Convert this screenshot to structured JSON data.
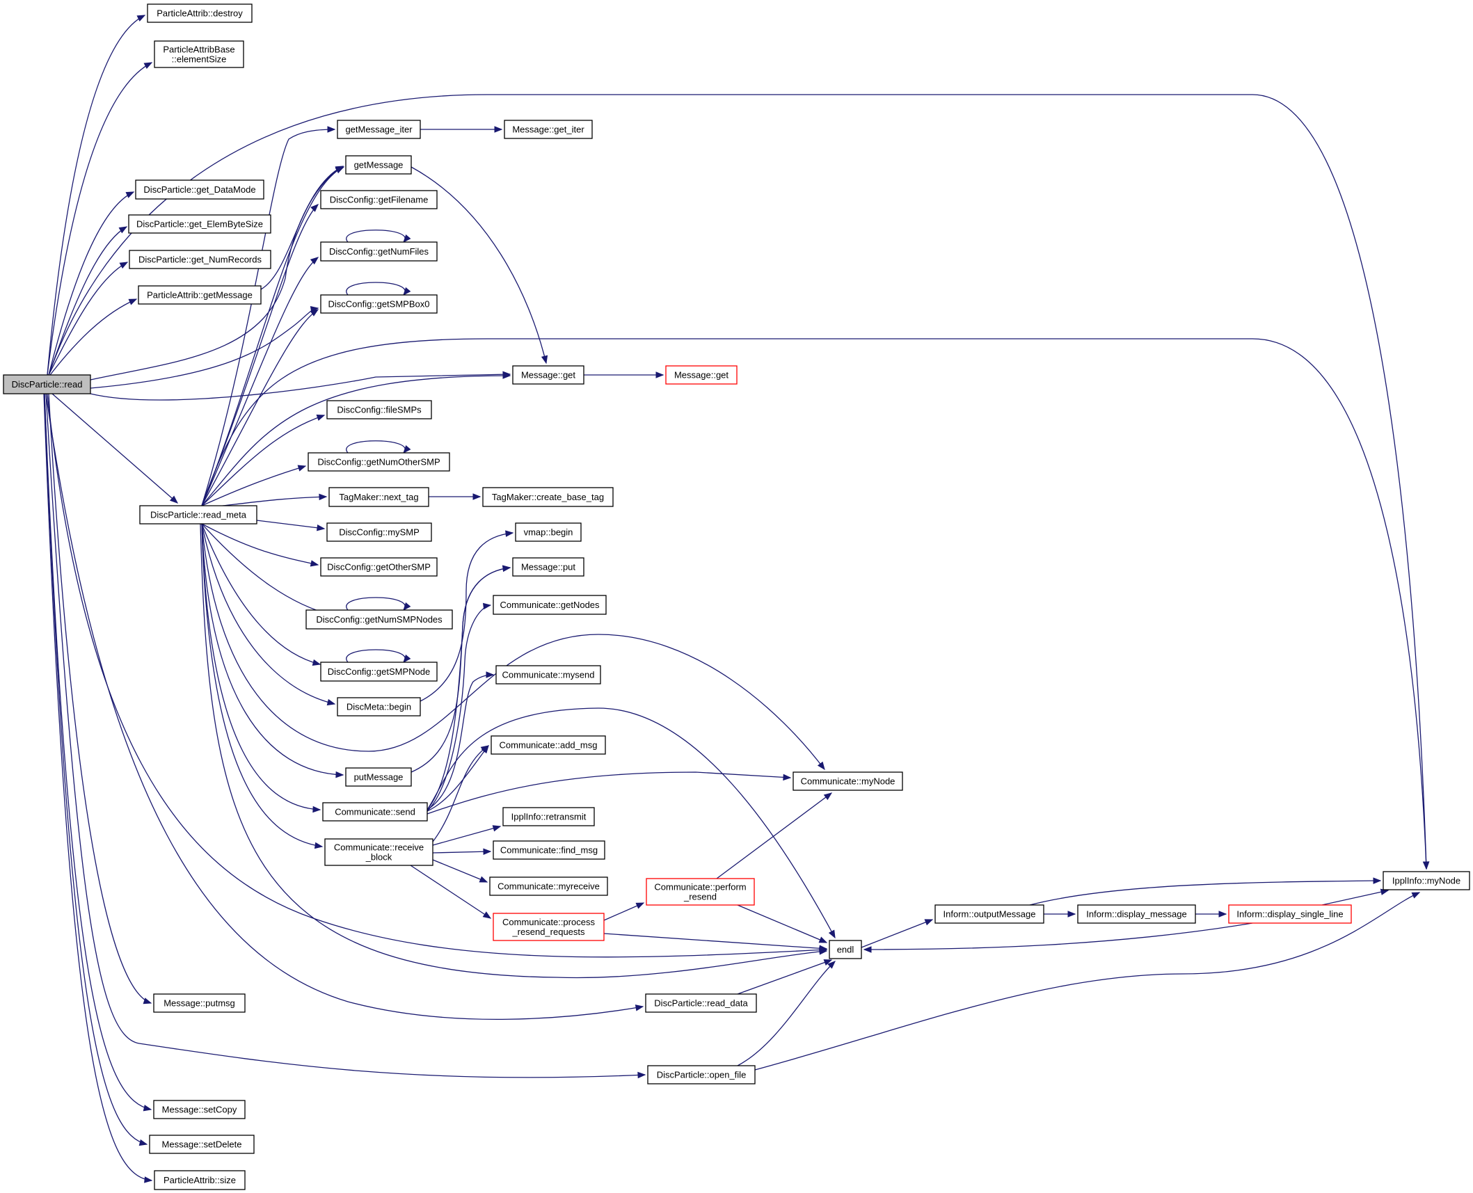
{
  "graph": {
    "edge_color": "#191970",
    "node_fill": "#ffffff",
    "root_fill": "#bfbfbf",
    "truncated_border": "#ff0000",
    "nodes": [
      {
        "id": "read",
        "lines": [
          "DiscParticle::read"
        ],
        "root": true
      },
      {
        "id": "destroy",
        "lines": [
          "ParticleAttrib::destroy"
        ]
      },
      {
        "id": "elementSize",
        "lines": [
          "ParticleAttribBase",
          "::elementSize"
        ]
      },
      {
        "id": "get_DataMode",
        "lines": [
          "DiscParticle::get_DataMode"
        ]
      },
      {
        "id": "get_ElemByteSize",
        "lines": [
          "DiscParticle::get_ElemByteSize"
        ]
      },
      {
        "id": "get_NumRecords",
        "lines": [
          "DiscParticle::get_NumRecords"
        ]
      },
      {
        "id": "pa_getMessage",
        "lines": [
          "ParticleAttrib::getMessage"
        ]
      },
      {
        "id": "read_meta",
        "lines": [
          "DiscParticle::read_meta"
        ]
      },
      {
        "id": "putmsg",
        "lines": [
          "Message::putmsg"
        ]
      },
      {
        "id": "setCopy",
        "lines": [
          "Message::setCopy"
        ]
      },
      {
        "id": "setDelete",
        "lines": [
          "Message::setDelete"
        ]
      },
      {
        "id": "pa_size",
        "lines": [
          "ParticleAttrib::size"
        ]
      },
      {
        "id": "getMessage_iter",
        "lines": [
          "getMessage_iter"
        ]
      },
      {
        "id": "getMessage",
        "lines": [
          "getMessage"
        ]
      },
      {
        "id": "getFilename",
        "lines": [
          "DiscConfig::getFilename"
        ]
      },
      {
        "id": "getNumFiles",
        "lines": [
          "DiscConfig::getNumFiles"
        ]
      },
      {
        "id": "getSMPBox0",
        "lines": [
          "DiscConfig::getSMPBox0"
        ]
      },
      {
        "id": "fileSMPs",
        "lines": [
          "DiscConfig::fileSMPs"
        ]
      },
      {
        "id": "getNumOtherSMP",
        "lines": [
          "DiscConfig::getNumOtherSMP"
        ]
      },
      {
        "id": "next_tag",
        "lines": [
          "TagMaker::next_tag"
        ]
      },
      {
        "id": "mySMP",
        "lines": [
          "DiscConfig::mySMP"
        ]
      },
      {
        "id": "getOtherSMP",
        "lines": [
          "DiscConfig::getOtherSMP"
        ]
      },
      {
        "id": "getNumSMPNodes",
        "lines": [
          "DiscConfig::getNumSMPNodes"
        ]
      },
      {
        "id": "getSMPNode",
        "lines": [
          "DiscConfig::getSMPNode"
        ]
      },
      {
        "id": "dm_begin",
        "lines": [
          "DiscMeta::begin"
        ]
      },
      {
        "id": "putMessage",
        "lines": [
          "putMessage"
        ]
      },
      {
        "id": "send",
        "lines": [
          "Communicate::send"
        ]
      },
      {
        "id": "receive_block",
        "lines": [
          "Communicate::receive",
          "_block"
        ]
      },
      {
        "id": "get_iter",
        "lines": [
          "Message::get_iter"
        ]
      },
      {
        "id": "msg_get",
        "lines": [
          "Message::get"
        ]
      },
      {
        "id": "msg_get2",
        "lines": [
          "Message::get"
        ],
        "truncated": true
      },
      {
        "id": "create_base_tag",
        "lines": [
          "TagMaker::create_base_tag"
        ]
      },
      {
        "id": "vmap_begin",
        "lines": [
          "vmap::begin"
        ]
      },
      {
        "id": "msg_put",
        "lines": [
          "Message::put"
        ]
      },
      {
        "id": "getNodes",
        "lines": [
          "Communicate::getNodes"
        ]
      },
      {
        "id": "mysend",
        "lines": [
          "Communicate::mysend"
        ]
      },
      {
        "id": "add_msg",
        "lines": [
          "Communicate::add_msg"
        ]
      },
      {
        "id": "retransmit",
        "lines": [
          "IpplInfo::retransmit"
        ]
      },
      {
        "id": "find_msg",
        "lines": [
          "Communicate::find_msg"
        ]
      },
      {
        "id": "myreceive",
        "lines": [
          "Communicate::myreceive"
        ]
      },
      {
        "id": "perform_resend",
        "lines": [
          "Communicate::perform",
          "_resend"
        ],
        "truncated": true
      },
      {
        "id": "process_resend",
        "lines": [
          "Communicate::process",
          "_resend_requests"
        ],
        "truncated": true
      },
      {
        "id": "read_data",
        "lines": [
          "DiscParticle::read_data"
        ]
      },
      {
        "id": "open_file",
        "lines": [
          "DiscParticle::open_file"
        ]
      },
      {
        "id": "comm_myNode",
        "lines": [
          "Communicate::myNode"
        ]
      },
      {
        "id": "endl",
        "lines": [
          "endl"
        ]
      },
      {
        "id": "outputMessage",
        "lines": [
          "Inform::outputMessage"
        ]
      },
      {
        "id": "display_message",
        "lines": [
          "Inform::display_message"
        ]
      },
      {
        "id": "display_single_line",
        "lines": [
          "Inform::display_single_line"
        ],
        "truncated": true
      },
      {
        "id": "ippl_myNode",
        "lines": [
          "IpplInfo::myNode"
        ]
      }
    ],
    "edges": [
      [
        "read",
        "destroy"
      ],
      [
        "read",
        "elementSize"
      ],
      [
        "read",
        "ippl_myNode"
      ],
      [
        "read",
        "get_DataMode"
      ],
      [
        "read",
        "get_ElemByteSize"
      ],
      [
        "read",
        "get_NumRecords"
      ],
      [
        "read",
        "pa_getMessage"
      ],
      [
        "read",
        "getMessage"
      ],
      [
        "read",
        "getSMPBox0"
      ],
      [
        "read",
        "msg_get"
      ],
      [
        "read",
        "read_meta"
      ],
      [
        "read",
        "putmsg"
      ],
      [
        "read",
        "endl"
      ],
      [
        "read",
        "read_data"
      ],
      [
        "read",
        "open_file"
      ],
      [
        "read",
        "setCopy"
      ],
      [
        "read",
        "setDelete"
      ],
      [
        "read",
        "pa_size"
      ],
      [
        "pa_getMessage",
        "getMessage"
      ],
      [
        "getMessage_iter",
        "get_iter"
      ],
      [
        "getMessage",
        "msg_get"
      ],
      [
        "msg_get",
        "msg_get2"
      ],
      [
        "read_meta",
        "getMessage_iter"
      ],
      [
        "read_meta",
        "getMessage"
      ],
      [
        "read_meta",
        "getFilename"
      ],
      [
        "read_meta",
        "getNumFiles"
      ],
      [
        "read_meta",
        "getSMPBox0"
      ],
      [
        "read_meta",
        "ippl_myNode"
      ],
      [
        "read_meta",
        "msg_get"
      ],
      [
        "read_meta",
        "fileSMPs"
      ],
      [
        "read_meta",
        "getNumOtherSMP"
      ],
      [
        "read_meta",
        "next_tag"
      ],
      [
        "read_meta",
        "mySMP"
      ],
      [
        "read_meta",
        "getOtherSMP"
      ],
      [
        "read_meta",
        "getNumSMPNodes"
      ],
      [
        "read_meta",
        "getSMPNode"
      ],
      [
        "read_meta",
        "dm_begin"
      ],
      [
        "read_meta",
        "comm_myNode"
      ],
      [
        "read_meta",
        "putMessage"
      ],
      [
        "read_meta",
        "send"
      ],
      [
        "read_meta",
        "receive_block"
      ],
      [
        "read_meta",
        "endl"
      ],
      [
        "getNumFiles",
        "getNumFiles"
      ],
      [
        "getSMPBox0",
        "getSMPBox0"
      ],
      [
        "getNumOtherSMP",
        "getNumOtherSMP"
      ],
      [
        "getNumSMPNodes",
        "getNumSMPNodes"
      ],
      [
        "getSMPNode",
        "getSMPNode"
      ],
      [
        "next_tag",
        "create_base_tag"
      ],
      [
        "dm_begin",
        "vmap_begin"
      ],
      [
        "putMessage",
        "msg_put"
      ],
      [
        "send",
        "msg_put"
      ],
      [
        "send",
        "getNodes"
      ],
      [
        "send",
        "mysend"
      ],
      [
        "send",
        "add_msg"
      ],
      [
        "send",
        "comm_myNode"
      ],
      [
        "send",
        "endl"
      ],
      [
        "receive_block",
        "add_msg"
      ],
      [
        "receive_block",
        "retransmit"
      ],
      [
        "receive_block",
        "find_msg"
      ],
      [
        "receive_block",
        "myreceive"
      ],
      [
        "receive_block",
        "process_resend"
      ],
      [
        "process_resend",
        "perform_resend"
      ],
      [
        "process_resend",
        "endl"
      ],
      [
        "perform_resend",
        "comm_myNode"
      ],
      [
        "perform_resend",
        "endl"
      ],
      [
        "read_data",
        "endl"
      ],
      [
        "open_file",
        "endl"
      ],
      [
        "open_file",
        "ippl_myNode"
      ],
      [
        "endl",
        "outputMessage"
      ],
      [
        "outputMessage",
        "display_message"
      ],
      [
        "outputMessage",
        "ippl_myNode"
      ],
      [
        "display_message",
        "display_single_line"
      ],
      [
        "display_single_line",
        "ippl_myNode"
      ],
      [
        "display_single_line",
        "endl"
      ]
    ]
  }
}
